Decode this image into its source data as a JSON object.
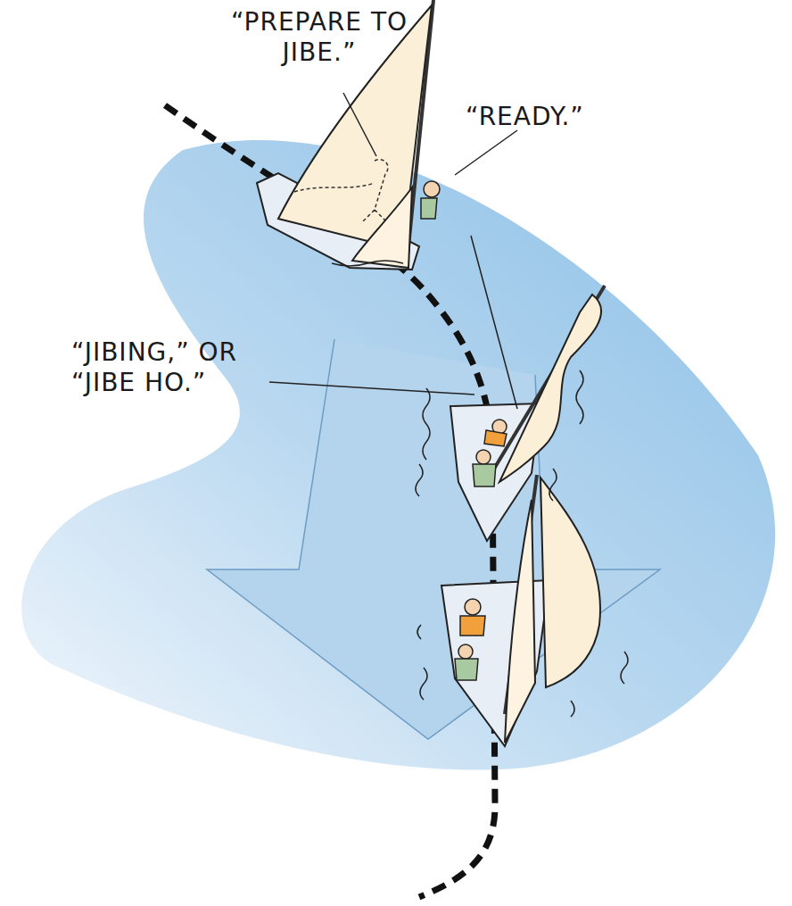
{
  "diagram": {
    "labels": [
      "“PREPARE TO JIBE.”",
      "“READY.”",
      "“JIBING,” OR “JIBE HO.”"
    ]
  }
}
